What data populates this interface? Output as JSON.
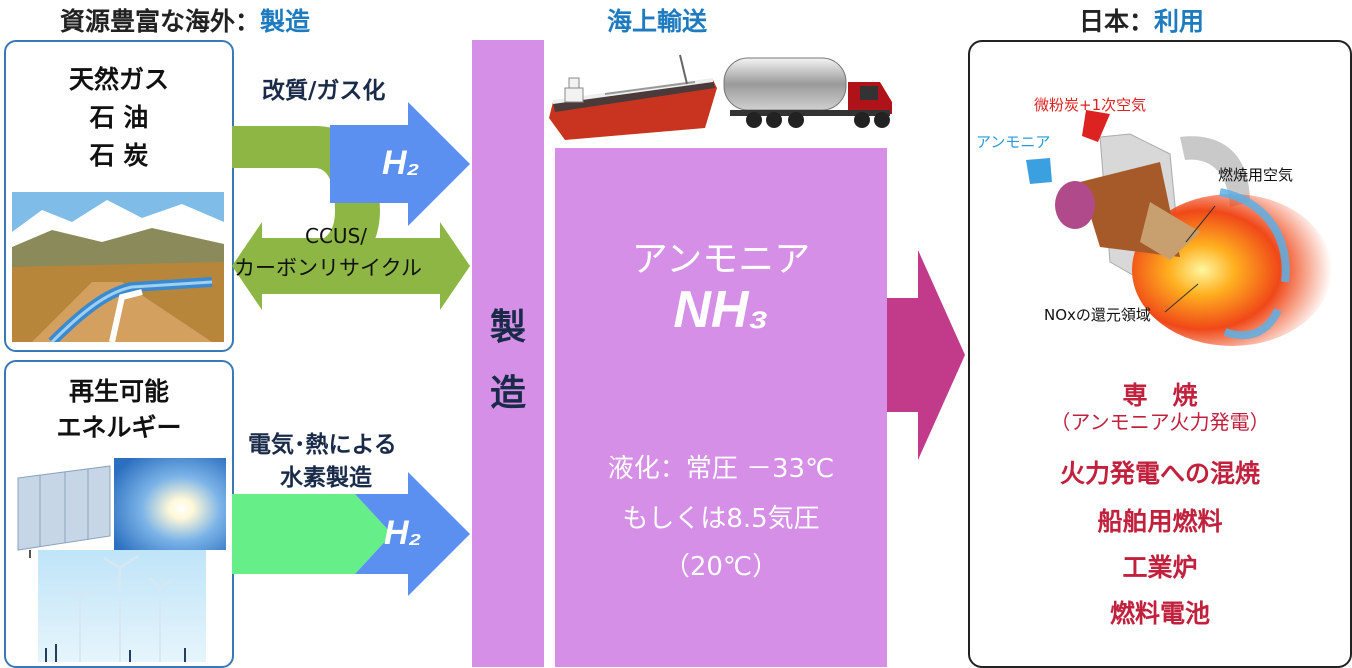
{
  "headers": {
    "overseas_prefix": "資源豊富な海外：",
    "overseas_suffix": "製造",
    "shipping": "海上輸送",
    "japan_prefix": "日本：",
    "japan_suffix": "利用"
  },
  "sources": {
    "fossil": [
      "天然ガス",
      "石 油",
      "石 炭"
    ],
    "renewable": [
      "再生可能",
      "エネルギー"
    ]
  },
  "arrows": {
    "reform_label": "改質/ガス化",
    "h2_label": "H₂",
    "ccus_label_1": "CCUS/",
    "ccus_label_2": "カーボンリサイクル",
    "electric_label_1": "電気･熱による",
    "electric_label_2": "水素製造"
  },
  "manufacturing": {
    "chars": [
      "製",
      "造"
    ]
  },
  "ammonia": {
    "name": "アンモニア",
    "formula": "NH₃",
    "liquefaction_1": "液化：常圧 －33℃",
    "liquefaction_2": "もしくは8.5気圧",
    "liquefaction_3": "（20℃）"
  },
  "burner": {
    "coal_air": "微粉炭+1次空気",
    "ammonia": "アンモニア",
    "combustion_air": "燃焼用空気",
    "nox_zone": "NOxの還元領域"
  },
  "uses": {
    "dedicated_1": "専　焼",
    "dedicated_2": "（アンモニア火力発電）",
    "cofiring": "火力発電への混焼",
    "ship_fuel": "船舶用燃料",
    "furnace": "工業炉",
    "fuel_cell": "燃料電池"
  },
  "colors": {
    "purple": "#d58fe6",
    "magenta_arrow": "#c23a8a",
    "blue_arrow": "#5b8ff0",
    "green_arrow": "#8db645",
    "light_green": "#66ee88",
    "use_red": "#c2213e",
    "box_blue": "#3a78b8"
  }
}
